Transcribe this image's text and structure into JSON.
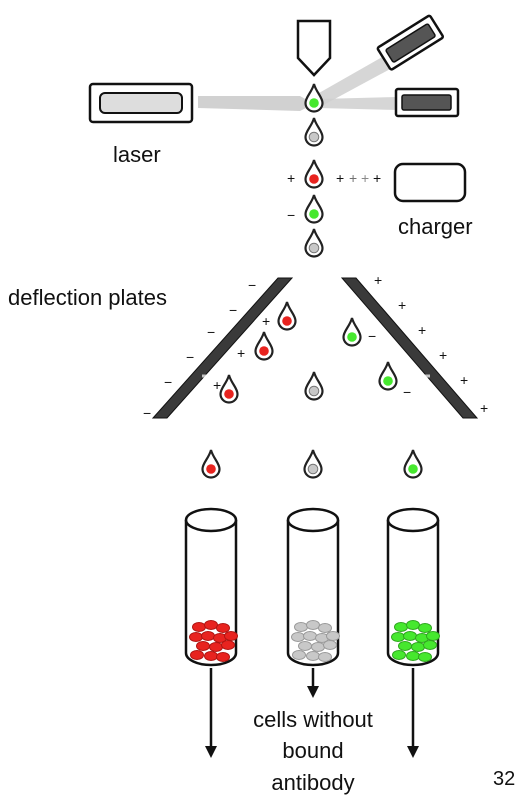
{
  "labels": {
    "laser": "laser",
    "charger": "charger",
    "deflection_plates": "deflection plates",
    "cells_line1": "cells without",
    "cells_line2": "bound",
    "cells_line3": "antibody",
    "slide_number": "32"
  },
  "signs": {
    "plus": "+",
    "minus": "−"
  },
  "colors": {
    "red_cell": "#e8231f",
    "green_cell": "#46e82e",
    "grey_cell": "#c8c8c8",
    "beam": "#c9c9c9",
    "outline": "#222222"
  }
}
